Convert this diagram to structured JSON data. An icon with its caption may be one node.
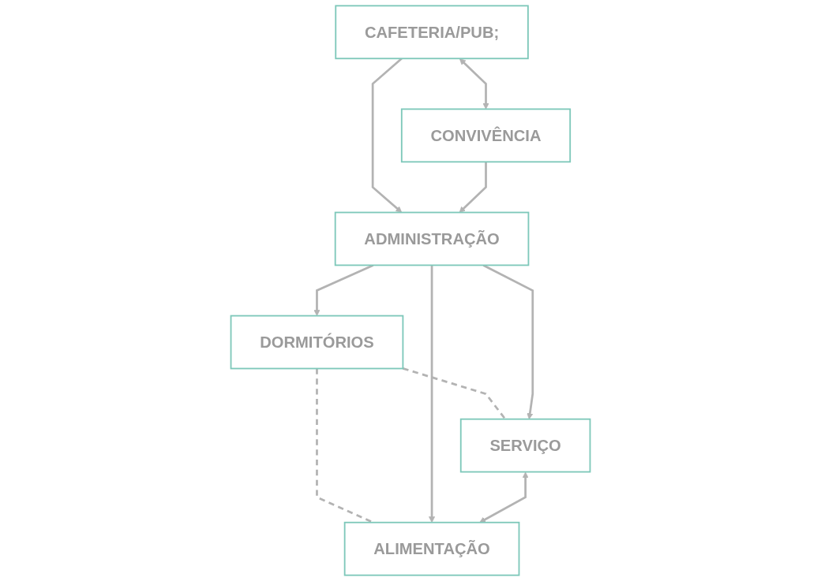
{
  "diagram": {
    "nodes": [
      {
        "text": [
          "CAFETERIA/PUB;"
        ]
      },
      {
        "text": [
          "CONVIVÊNCIA"
        ]
      },
      {
        "text": [
          "ADMINISTRAÇÃO"
        ]
      },
      {
        "text": [
          "DORMITÓRIOS"
        ]
      },
      {
        "text": [
          "SERVIÇO"
        ]
      },
      {
        "text": [
          "ALIMENTAÇÃO"
        ]
      }
    ],
    "edges": [
      {
        "from": 0,
        "to": 1,
        "arrow": "both"
      },
      {
        "from": 0,
        "to": 2,
        "arrow": "to"
      },
      {
        "from": 1,
        "to": 2,
        "arrow": "to"
      },
      {
        "from": 2,
        "to": 3,
        "arrow": "to"
      },
      {
        "from": 3,
        "to": 4,
        "arrow": "none",
        "style": "dashed"
      },
      {
        "from": 3,
        "to": 5,
        "arrow": "none",
        "style": "dashed"
      },
      {
        "from": 2,
        "to": 4,
        "arrow": "to"
      },
      {
        "from": 2,
        "to": 5,
        "arrow": "to"
      },
      {
        "from": 4,
        "to": 5,
        "arrow": "both"
      }
    ]
  }
}
